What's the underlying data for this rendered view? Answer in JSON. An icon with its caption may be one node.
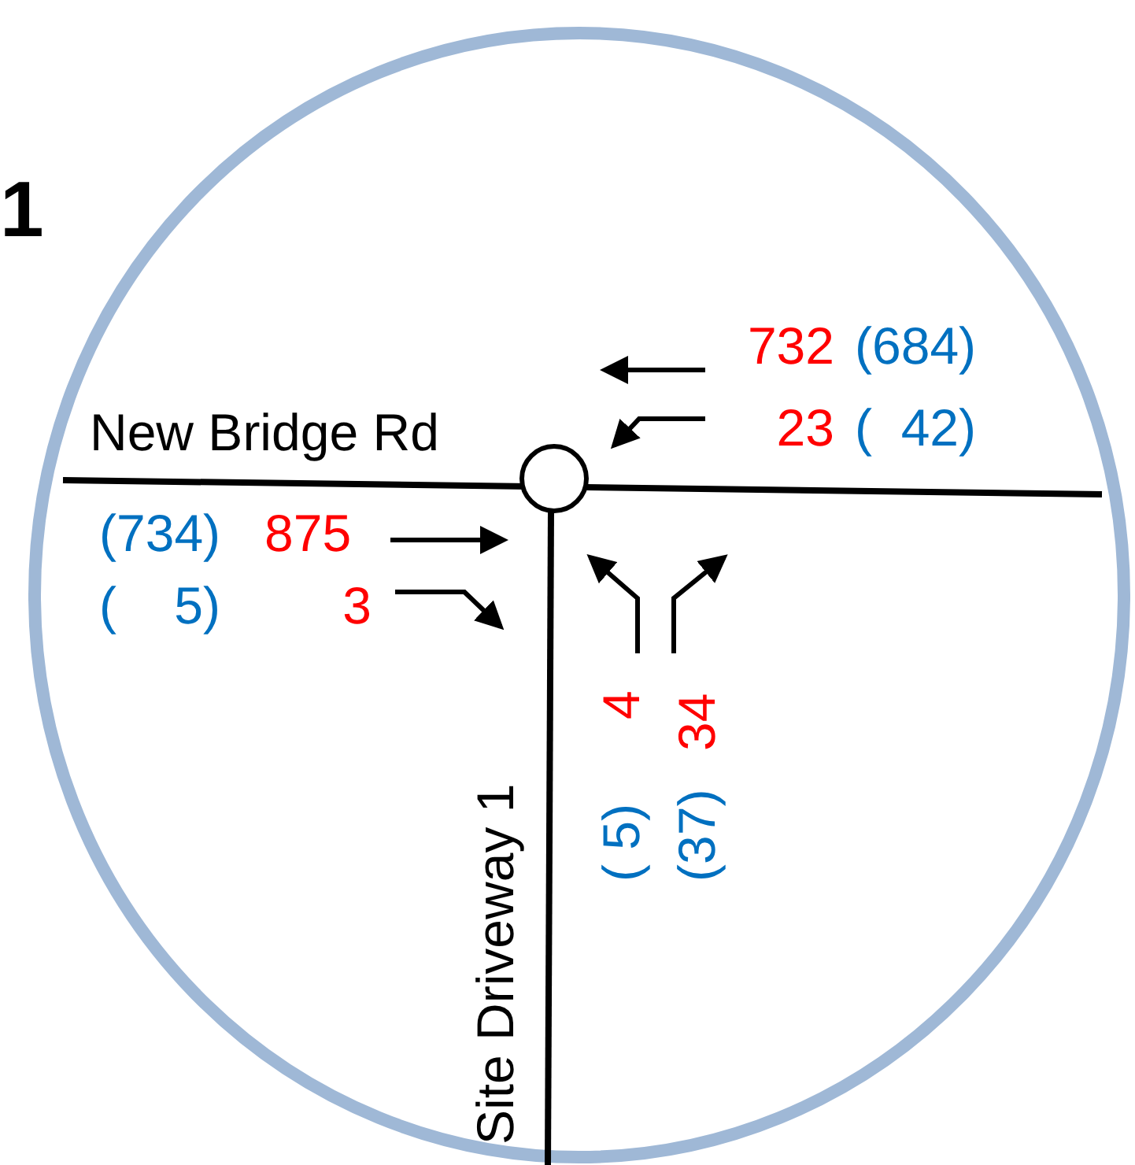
{
  "diagram": {
    "nodes": [
      {
        "text": [],
        "shape": "circle"
      }
    ],
    "labels": [
      "1",
      "New Bridge Rd",
      "732",
      "(684)",
      "23",
      "(  42)",
      "(734)",
      "875",
      "(    5)",
      "3",
      "4",
      "( 5)",
      "34",
      "(37)",
      "Site Driveway 1"
    ]
  }
}
